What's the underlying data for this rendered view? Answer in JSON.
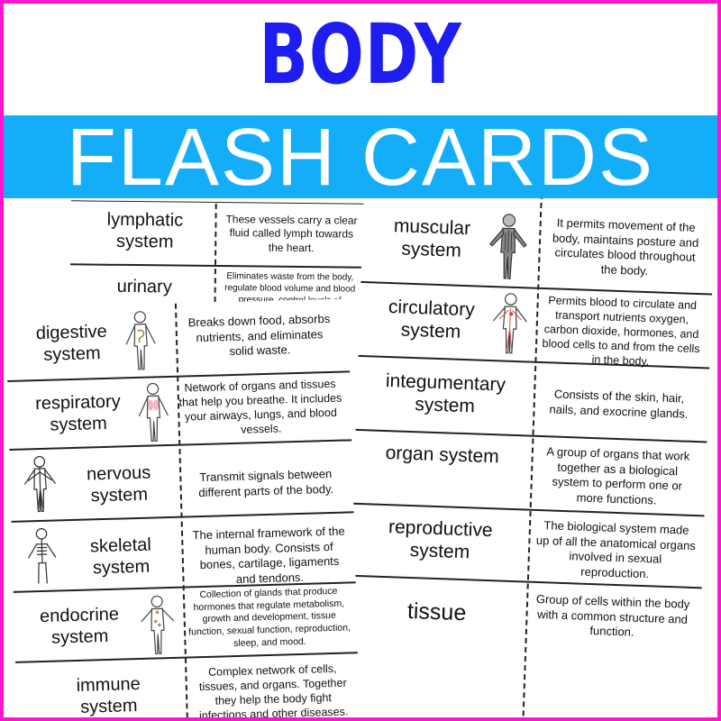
{
  "header": {
    "title_line1": "BODY SYSTEMS",
    "title_line2": "FLASH CARDS"
  },
  "colors": {
    "border": "#ff14d0",
    "title_blue": "#1d1df0",
    "band_cyan": "#14aef8"
  },
  "back_sheet": [
    {
      "term": "lymphatic system",
      "definition": "These vessels carry a clear fluid called lymph towards the heart."
    },
    {
      "term": "urinary",
      "definition": "Eliminates waste from the body, regulate blood volume and blood pressure, control levels of"
    }
  ],
  "left_sheet": [
    {
      "term": "digestive system",
      "definition": "Breaks down food, absorbs nutrients, and eliminates solid waste.",
      "icon": "digestive-figure-icon"
    },
    {
      "term": "respiratory system",
      "definition": "Network of organs and tissues that help you breathe. It includes your airways, lungs, and blood vessels.",
      "icon": "respiratory-figure-icon"
    },
    {
      "term": "nervous system",
      "definition": "Transmit signals between different parts of the body.",
      "icon": "nervous-figure-icon"
    },
    {
      "term": "skeletal system",
      "definition": "The internal framework of the human body. Consists of bones, cartilage, ligaments and tendons.",
      "icon": "skeleton-figure-icon"
    },
    {
      "term": "endocrine system",
      "definition": "Collection of glands that produce hormones that regulate metabolism, growth and development, tissue function, sexual function, reproduction, sleep, and mood.",
      "icon": "endocrine-figure-icon"
    },
    {
      "term": "immune system",
      "definition": "Complex network of cells, tissues, and organs. Together they help the body fight infections and other diseases."
    }
  ],
  "right_sheet": [
    {
      "term": "muscular system",
      "definition": "It permits movement of the body, maintains posture and circulates blood throughout the body.",
      "icon": "muscle-figure-icon"
    },
    {
      "term": "circulatory system",
      "definition": "Permits blood to circulate and transport nutrients oxygen, carbon dioxide, hormones, and blood cells to and from the cells in the body.",
      "icon": "circulatory-figure-icon"
    },
    {
      "term": "integumentary system",
      "definition": "Consists of the skin, hair, nails, and exocrine glands."
    },
    {
      "term": "organ system",
      "definition": "A group of organs that work together as a biological system to perform one or more functions."
    },
    {
      "term": "reproductive system",
      "definition": "The biological system made up of all the anatomical organs involved in sexual reproduction."
    },
    {
      "term": "tissue",
      "definition": "Group of cells within the body with a common structure and function."
    }
  ]
}
